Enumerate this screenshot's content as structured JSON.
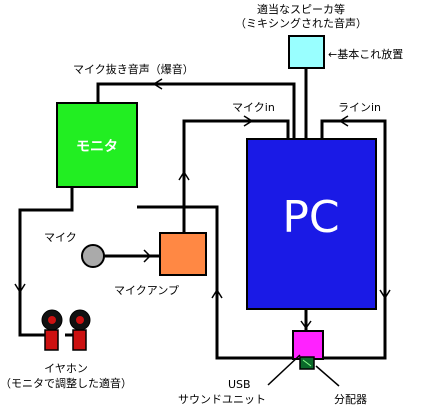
{
  "labels": {
    "speaker_line1": "適当なスピーカ等",
    "speaker_line2": "（ミキシングされた音声）",
    "speaker_note": "←基本これ放置",
    "mic_extract": "マイク抜き音声（爆音）",
    "mic_in": "マイクin",
    "line_in": "ラインin",
    "mic": "マイク",
    "mic_amp": "マイクアンプ",
    "earphone_line1": "イヤホン",
    "earphone_line2": "（モニタで調整した適音）",
    "usb_line1": "USB",
    "usb_line2": "サウンドユニット",
    "splitter": "分配器"
  },
  "boxes": {
    "monitor": "モニタ",
    "pc": "PC"
  },
  "colors": {
    "monitor_fill": "#22ee22",
    "pc_fill": "#1a1ae6",
    "amp_fill": "#ff8844",
    "speaker_fill": "#99ffff",
    "usb_fill": "#ff22ff",
    "splitter_fill": "#0a6a2a",
    "earphone_fill": "#cc1111",
    "mic_fill": "#aaaaaa"
  }
}
